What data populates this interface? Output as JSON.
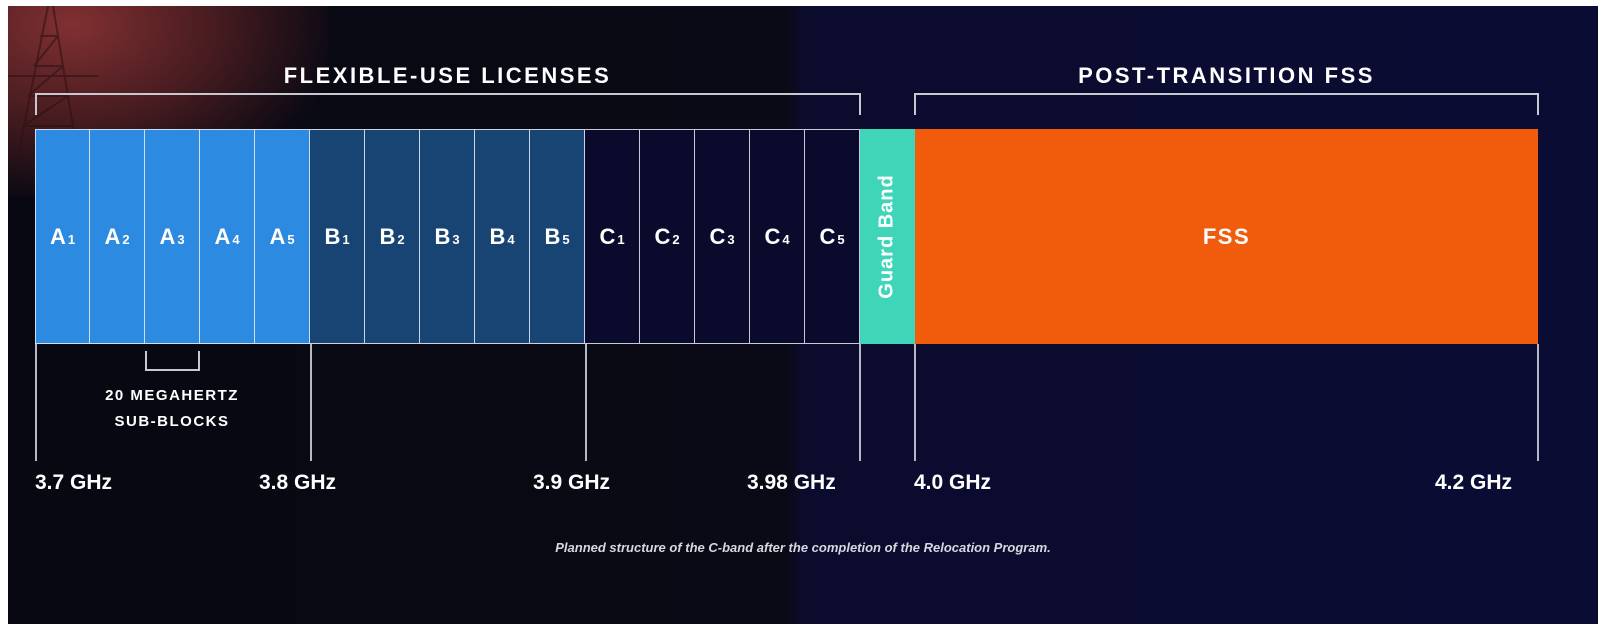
{
  "headers": {
    "flexible": "FLEXIBLE-USE LICENSES",
    "post_transition": "POST-TRANSITION FSS"
  },
  "blocks": [
    {
      "letter": "A",
      "sub": "1",
      "group": "A"
    },
    {
      "letter": "A",
      "sub": "2",
      "group": "A"
    },
    {
      "letter": "A",
      "sub": "3",
      "group": "A"
    },
    {
      "letter": "A",
      "sub": "4",
      "group": "A"
    },
    {
      "letter": "A",
      "sub": "5",
      "group": "A"
    },
    {
      "letter": "B",
      "sub": "1",
      "group": "B"
    },
    {
      "letter": "B",
      "sub": "2",
      "group": "B"
    },
    {
      "letter": "B",
      "sub": "3",
      "group": "B"
    },
    {
      "letter": "B",
      "sub": "4",
      "group": "B"
    },
    {
      "letter": "B",
      "sub": "5",
      "group": "B"
    },
    {
      "letter": "C",
      "sub": "1",
      "group": "C"
    },
    {
      "letter": "C",
      "sub": "2",
      "group": "C"
    },
    {
      "letter": "C",
      "sub": "3",
      "group": "C"
    },
    {
      "letter": "C",
      "sub": "4",
      "group": "C"
    },
    {
      "letter": "C",
      "sub": "5",
      "group": "C"
    }
  ],
  "guard_band": "Guard Band",
  "fss": "FSS",
  "sub_blocks_label": {
    "line1": "20 MEGAHERTZ",
    "line2": "SUB-BLOCKS"
  },
  "frequencies": [
    "3.7 GHz",
    "3.8 GHz",
    "3.9 GHz",
    "3.98 GHz",
    "4.0 GHz",
    "4.2 GHz"
  ],
  "caption": "Planned structure of the C-band after the completion of the Relocation Program.",
  "colors": {
    "block_a": "#2c8ae0",
    "block_b": "#174472",
    "block_c": "#0a0b2c",
    "guard_band": "#3fd5b9",
    "fss": "#f05b0c"
  }
}
